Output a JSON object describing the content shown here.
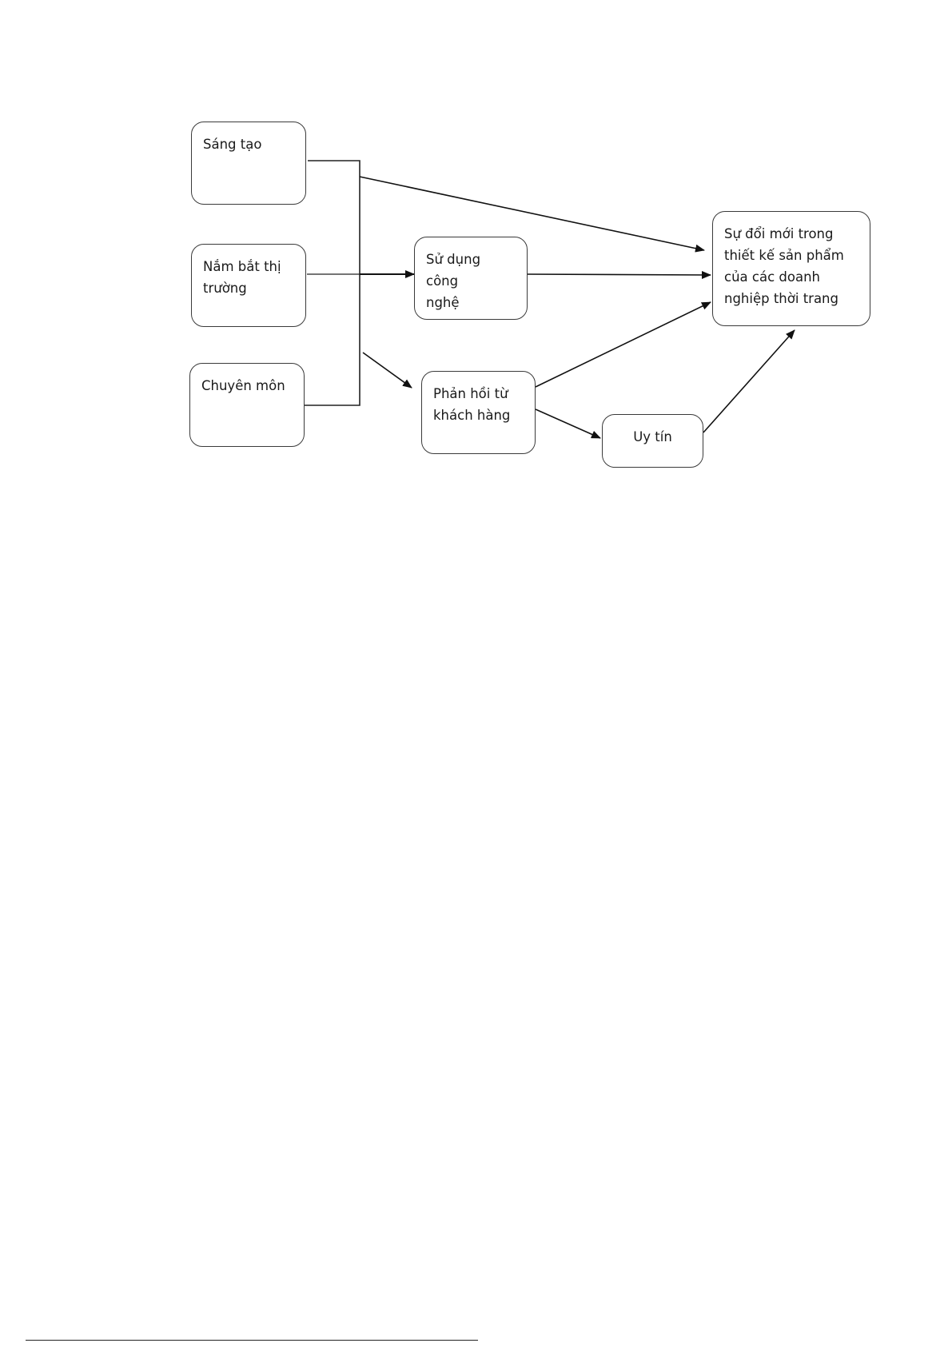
{
  "diagram": {
    "nodes": [
      {
        "id": "sang-tao",
        "label": "Sáng tạo"
      },
      {
        "id": "nam-bat",
        "label": "Nắm bắt thị\ntrường"
      },
      {
        "id": "chuyen-mon",
        "label": "Chuyên môn"
      },
      {
        "id": "cong-nghe",
        "label": "Sử dụng công\nnghệ"
      },
      {
        "id": "phan-hoi",
        "label": "Phản hồi từ\nkhách hàng"
      },
      {
        "id": "uy-tin",
        "label": "Uy tín"
      },
      {
        "id": "doi-moi",
        "label": "Sự đổi mới trong\nthiết kế sản phẩm\ncủa các doanh\nnghiệp thời trang"
      }
    ],
    "edges": [
      {
        "from": "sang-tao",
        "to": "doi-moi"
      },
      {
        "from": "nam-bat",
        "to": "cong-nghe"
      },
      {
        "from": "chuyen-mon",
        "to": "phan-hoi"
      },
      {
        "from": "cong-nghe",
        "to": "doi-moi"
      },
      {
        "from": "phan-hoi",
        "to": "doi-moi"
      },
      {
        "from": "phan-hoi",
        "to": "uy-tin"
      },
      {
        "from": "uy-tin",
        "to": "doi-moi"
      }
    ]
  }
}
